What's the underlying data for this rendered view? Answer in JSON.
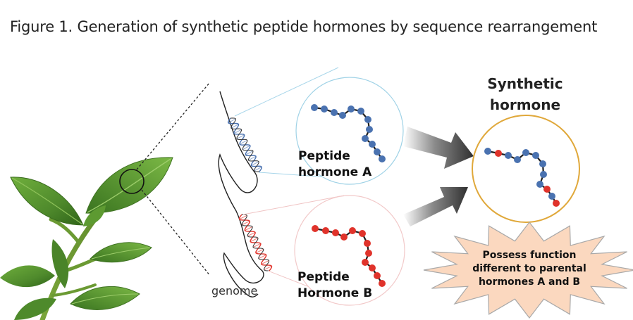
{
  "figure": {
    "title": "Figure 1. Generation of synthetic peptide hormones by sequence rearrangement"
  },
  "labels": {
    "genome": "genome",
    "peptide_a_line1": "Peptide",
    "peptide_a_line2": "hormone A",
    "peptide_b_line1": "Peptide",
    "peptide_b_line2": "Hormone B",
    "synthetic_line1": "Synthetic",
    "synthetic_line2": "hormone",
    "burst_line1": "Possess function",
    "burst_line2": "different to parental",
    "burst_line3": "hormones A and B"
  },
  "colors": {
    "peptide_a": "#4a72b0",
    "peptide_b": "#e0332b",
    "circle_a": "#9fd2e6",
    "circle_b": "#f2c9c9",
    "synthetic_ring": "#e0a83a",
    "burst_fill": "#fbd8bf",
    "burst_stroke": "#a9a9a9",
    "arrow": "#3a3a3a",
    "leaf": "#4f8a2c"
  }
}
